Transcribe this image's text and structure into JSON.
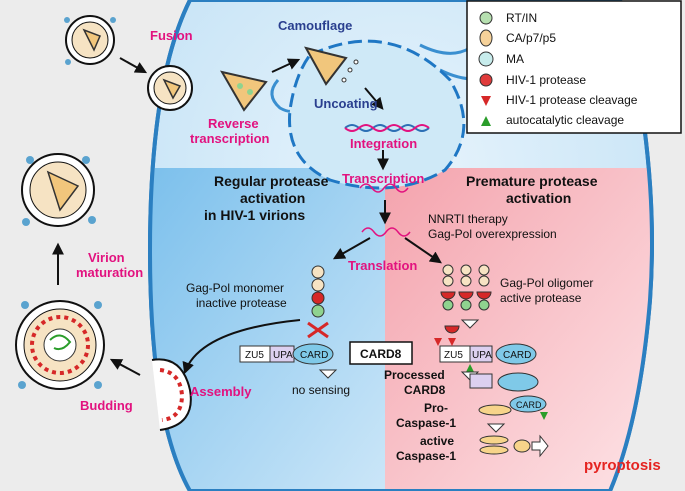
{
  "lifecycle": {
    "fusion": "Fusion",
    "camouflage": "Camouflage",
    "reverse_transcription_line1": "Reverse",
    "reverse_transcription_line2": "transcription",
    "uncoating": "Uncoating",
    "integration": "Integration",
    "transcription": "Transcription",
    "translation": "Translation",
    "assembly": "Assembly",
    "budding": "Budding",
    "virion_maturation_line1": "Virion",
    "virion_maturation_line2": "maturation"
  },
  "legend": {
    "items": [
      {
        "symbol": "rt-in",
        "label": "RT/IN"
      },
      {
        "symbol": "ca-p7-p5",
        "label": "CA/p7/p5"
      },
      {
        "symbol": "ma",
        "label": "MA"
      },
      {
        "symbol": "hiv1-protease",
        "label": "HIV-1 protease"
      },
      {
        "symbol": "protease-cleavage",
        "label": "HIV-1 protease cleavage"
      },
      {
        "symbol": "autocatalytic-cleavage",
        "label": "autocatalytic cleavage"
      }
    ]
  },
  "regular": {
    "title_line1": "Regular protease",
    "title_line2": "activation",
    "title_line3": "in HIV-1 virions",
    "monomer_line1": "Gag-Pol monomer",
    "monomer_line2": "inactive protease",
    "no_sensing": "no sensing"
  },
  "premature": {
    "title_line1": "Premature protease",
    "title_line2": "activation",
    "trigger_line1": "NNRTI therapy",
    "trigger_line2": "Gag-Pol overexpression",
    "oligomer_line1": "Gag-Pol oligomer",
    "oligomer_line2": "active protease",
    "processed_line1": "Processed",
    "processed_line2": "CARD8",
    "pro_line1": "Pro-",
    "pro_line2": "Caspase-1",
    "active_line1": "active",
    "active_line2": "Caspase-1",
    "pyroptosis": "pyroptosis"
  },
  "card8": {
    "center_label": "CARD8",
    "zu5": "ZU5",
    "upa": "UPA",
    "card": "CARD"
  },
  "colors": {
    "cell_blue": "#cfe7f6",
    "regular_blue": "#9ed0f1",
    "premature_pink": "#f7b6bf",
    "label_pink": "#e2127f",
    "pyroptosis_red": "#e52421"
  }
}
